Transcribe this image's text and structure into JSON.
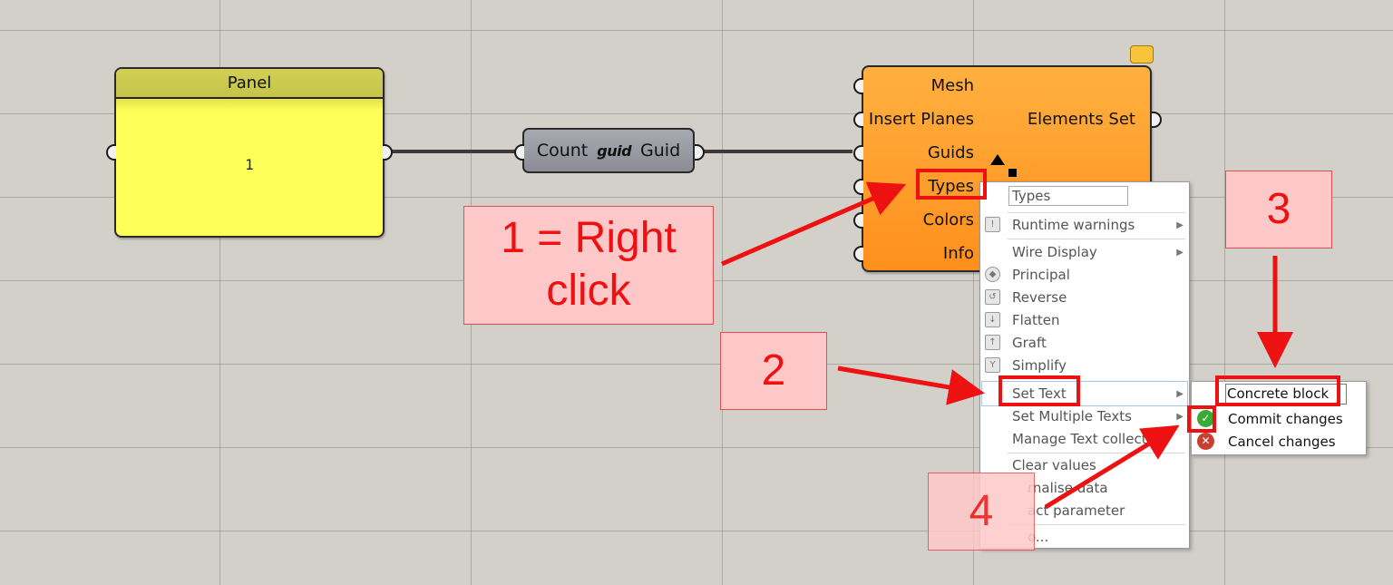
{
  "panel": {
    "title": "Panel",
    "value": "1"
  },
  "guid_param": {
    "input_label": "Count",
    "glyph": "guid",
    "output_label": "Guid"
  },
  "component": {
    "inputs": [
      "Mesh",
      "Insert Planes",
      "Guids",
      "Types",
      "Colors",
      "Info"
    ],
    "output": "Elements Set"
  },
  "context_menu": {
    "name_field": "Types",
    "items": {
      "runtime_warnings": "Runtime warnings",
      "wire_display": "Wire Display",
      "principal": "Principal",
      "reverse": "Reverse",
      "flatten": "Flatten",
      "graft": "Graft",
      "simplify": "Simplify",
      "set_text": "Set Text",
      "set_multiple_texts": "Set Multiple Texts",
      "manage_text": "Manage Text collecti",
      "clear_values": "Clear values",
      "internalise": "rnalise data",
      "extract": "act parameter",
      "help": "o..."
    }
  },
  "submenu": {
    "input_value": "Concrete block",
    "commit": "Commit changes",
    "cancel": "Cancel changes"
  },
  "annotations": {
    "step1_line1": "1 = Right",
    "step1_line2": "click",
    "step2": "2",
    "step3": "3",
    "step4": "4"
  },
  "colors": {
    "annotation_red": "#ee1111",
    "annotation_fill": "#ffc8c8",
    "component_orange": "#ff9a2a",
    "panel_yellow": "#ffff5a"
  }
}
